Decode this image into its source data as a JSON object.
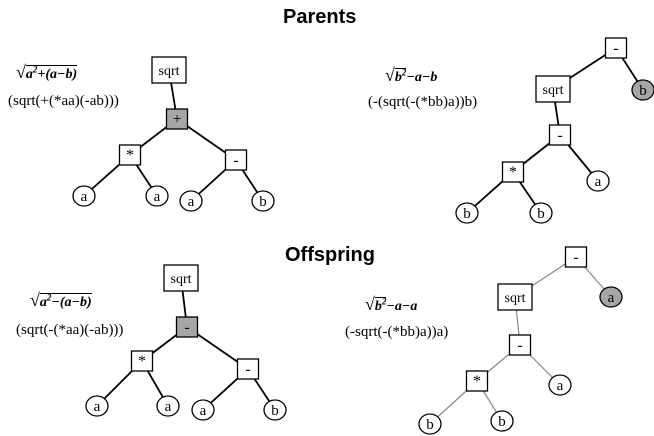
{
  "headings": {
    "parents": "Parents",
    "offspring": "Offspring"
  },
  "parents": {
    "left": {
      "formula": {
        "t1": "a",
        "e1": "2",
        "t2": "+(",
        "t3": "a",
        "t4": "−",
        "t5": "b",
        "t6": ")"
      },
      "expression": "(sqrt(+(*aa)(-ab)))"
    },
    "right": {
      "formula": {
        "t1": "b",
        "e1": "2",
        "t2": "−",
        "t3": "a",
        "t4": "−",
        "t5": "b"
      },
      "expression": "(-(sqrt(-(*bb)a))b)"
    }
  },
  "offspring": {
    "left": {
      "formula": {
        "t1": "a",
        "e1": "2",
        "t2": "−(",
        "t3": "a",
        "t4": "−",
        "t5": "b",
        "t6": ")"
      },
      "expression": "(sqrt(-(*aa)(-ab)))"
    },
    "right": {
      "formula": {
        "t1": "b",
        "e1": "2",
        "t2": "−",
        "t3": "a",
        "t4": "−",
        "t5": "a"
      },
      "expression": "(-sqrt(-(*bb)a))a)"
    }
  },
  "colors": {
    "ink": "#000000",
    "highlight": "#a6a6a6",
    "light_edge": "#888888"
  },
  "trees": [
    {
      "name": "parent-left",
      "nodes": [
        {
          "id": "sqrt",
          "label": "sqrt",
          "shape": "box"
        },
        {
          "id": "plus",
          "label": "+",
          "shape": "box",
          "highlight": true
        },
        {
          "id": "mul",
          "label": "*",
          "shape": "box"
        },
        {
          "id": "minus",
          "label": "-",
          "shape": "box"
        },
        {
          "id": "a1",
          "label": "a",
          "shape": "circle"
        },
        {
          "id": "a2",
          "label": "a",
          "shape": "circle"
        },
        {
          "id": "a3",
          "label": "a",
          "shape": "circle"
        },
        {
          "id": "b1",
          "label": "b",
          "shape": "circle"
        }
      ],
      "edges": [
        [
          "sqrt",
          "plus"
        ],
        [
          "plus",
          "mul"
        ],
        [
          "plus",
          "minus"
        ],
        [
          "mul",
          "a1"
        ],
        [
          "mul",
          "a2"
        ],
        [
          "minus",
          "a3"
        ],
        [
          "minus",
          "b1"
        ]
      ]
    },
    {
      "name": "parent-right",
      "nodes": [
        {
          "id": "root",
          "label": "-",
          "shape": "box"
        },
        {
          "id": "sqrt",
          "label": "sqrt",
          "shape": "box"
        },
        {
          "id": "b0",
          "label": "b",
          "shape": "circle",
          "highlight": true
        },
        {
          "id": "minus",
          "label": "-",
          "shape": "box"
        },
        {
          "id": "mul",
          "label": "*",
          "shape": "box"
        },
        {
          "id": "a1",
          "label": "a",
          "shape": "circle"
        },
        {
          "id": "b1",
          "label": "b",
          "shape": "circle"
        },
        {
          "id": "b2",
          "label": "b",
          "shape": "circle"
        }
      ],
      "edges": [
        [
          "root",
          "sqrt"
        ],
        [
          "root",
          "b0"
        ],
        [
          "sqrt",
          "minus"
        ],
        [
          "minus",
          "mul"
        ],
        [
          "minus",
          "a1"
        ],
        [
          "mul",
          "b1"
        ],
        [
          "mul",
          "b2"
        ]
      ]
    },
    {
      "name": "offspring-left",
      "nodes": [
        {
          "id": "sqrt",
          "label": "sqrt",
          "shape": "box"
        },
        {
          "id": "minus0",
          "label": "-",
          "shape": "box",
          "highlight": true
        },
        {
          "id": "mul",
          "label": "*",
          "shape": "box"
        },
        {
          "id": "minus",
          "label": "-",
          "shape": "box"
        },
        {
          "id": "a1",
          "label": "a",
          "shape": "circle"
        },
        {
          "id": "a2",
          "label": "a",
          "shape": "circle"
        },
        {
          "id": "a3",
          "label": "a",
          "shape": "circle"
        },
        {
          "id": "b1",
          "label": "b",
          "shape": "circle"
        }
      ],
      "edges": [
        [
          "sqrt",
          "minus0"
        ],
        [
          "minus0",
          "mul"
        ],
        [
          "minus0",
          "minus"
        ],
        [
          "mul",
          "a1"
        ],
        [
          "mul",
          "a2"
        ],
        [
          "minus",
          "a3"
        ],
        [
          "minus",
          "b1"
        ]
      ]
    },
    {
      "name": "offspring-right",
      "light": true,
      "nodes": [
        {
          "id": "root",
          "label": "-",
          "shape": "box"
        },
        {
          "id": "sqrt",
          "label": "sqrt",
          "shape": "box"
        },
        {
          "id": "a0",
          "label": "a",
          "shape": "circle",
          "highlight": true
        },
        {
          "id": "minus",
          "label": "-",
          "shape": "box"
        },
        {
          "id": "mul",
          "label": "*",
          "shape": "box"
        },
        {
          "id": "a1",
          "label": "a",
          "shape": "circle"
        },
        {
          "id": "b1",
          "label": "b",
          "shape": "circle"
        },
        {
          "id": "b2",
          "label": "b",
          "shape": "circle"
        }
      ],
      "edges": [
        [
          "root",
          "sqrt"
        ],
        [
          "root",
          "a0"
        ],
        [
          "sqrt",
          "minus"
        ],
        [
          "minus",
          "mul"
        ],
        [
          "minus",
          "a1"
        ],
        [
          "mul",
          "b1"
        ],
        [
          "mul",
          "b2"
        ]
      ]
    }
  ]
}
